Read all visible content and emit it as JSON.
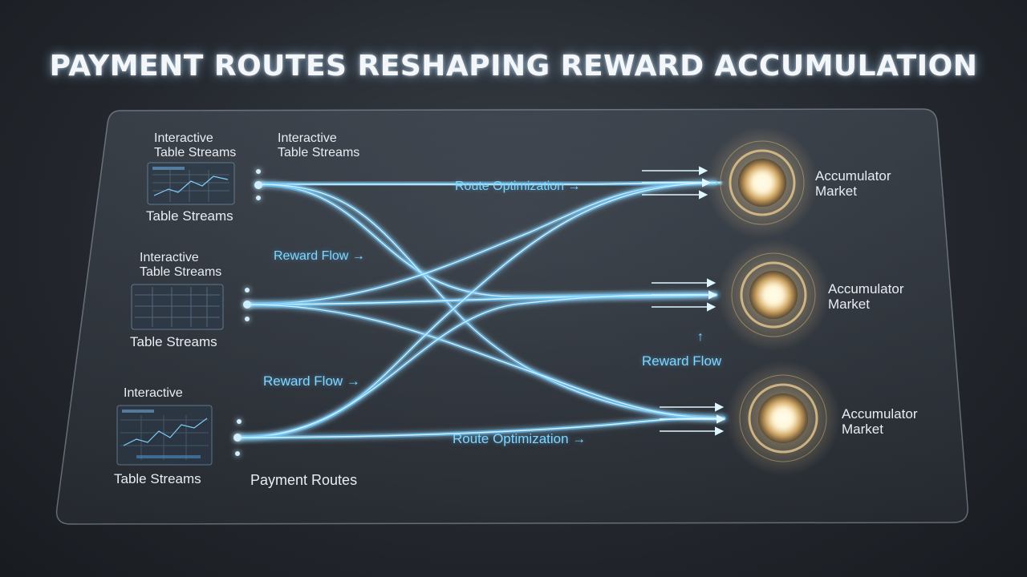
{
  "title": "PAYMENT ROUTES RESHAPING REWARD ACCUMULATION",
  "sources": [
    {
      "header_line1": "Interactive",
      "header_line2": "Table Streams",
      "footer": "Table Streams"
    },
    {
      "header_line1": "Interactive",
      "header_line2": "Table Streams",
      "footer": "Table Streams"
    },
    {
      "header_line1": "Interactive",
      "header_line2": "",
      "footer": "Table Streams"
    }
  ],
  "flow_labels": {
    "top_line1": "Interactive",
    "top_line2": "Table Streams",
    "route_optimization_top": "Route Optimization →",
    "reward_flow_1": "Reward Flow →",
    "reward_flow_2": "Reward Flow →",
    "reward_flow_up_arrow": "↑",
    "reward_flow_3": "Reward Flow",
    "route_optimization_bottom": "Route Optimization →",
    "payment_routes": "Payment Routes"
  },
  "accumulators": [
    {
      "line1": "Accumulator",
      "line2": "Market"
    },
    {
      "line1": "Accumulator",
      "line2": "Market"
    },
    {
      "line1": "Accumulator",
      "line2": "Market"
    }
  ],
  "colors": {
    "flow": "#5cc8ff",
    "flow_core": "#d8f3ff",
    "label_accent": "#7fd6ff",
    "orb_glow": "#ffd99a",
    "orb_core": "#fffbe8",
    "panel_border": "#9aa6b3"
  }
}
